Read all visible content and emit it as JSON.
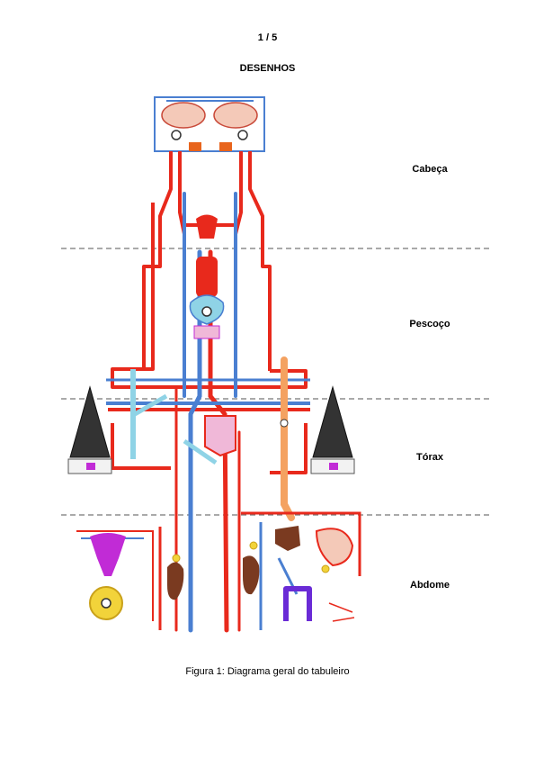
{
  "page": {
    "number": "1 / 5",
    "section_title": "DESENHOS"
  },
  "regions": [
    {
      "label": "Cabeça"
    },
    {
      "label": "Pescoço"
    },
    {
      "label": "Tórax"
    },
    {
      "label": "Abdome"
    }
  ],
  "figure": {
    "caption": "Figura 1: Diagrama geral do tabuleiro"
  },
  "colors": {
    "artery": "#e8291c",
    "vein": "#4a7fd1",
    "lymph": "#8fd3e6",
    "organ_brown": "#7a3a20",
    "orange_vessel": "#f4a261",
    "purple": "#c12bd6",
    "yellow": "#f2d33a",
    "dark_board": "#333333"
  }
}
